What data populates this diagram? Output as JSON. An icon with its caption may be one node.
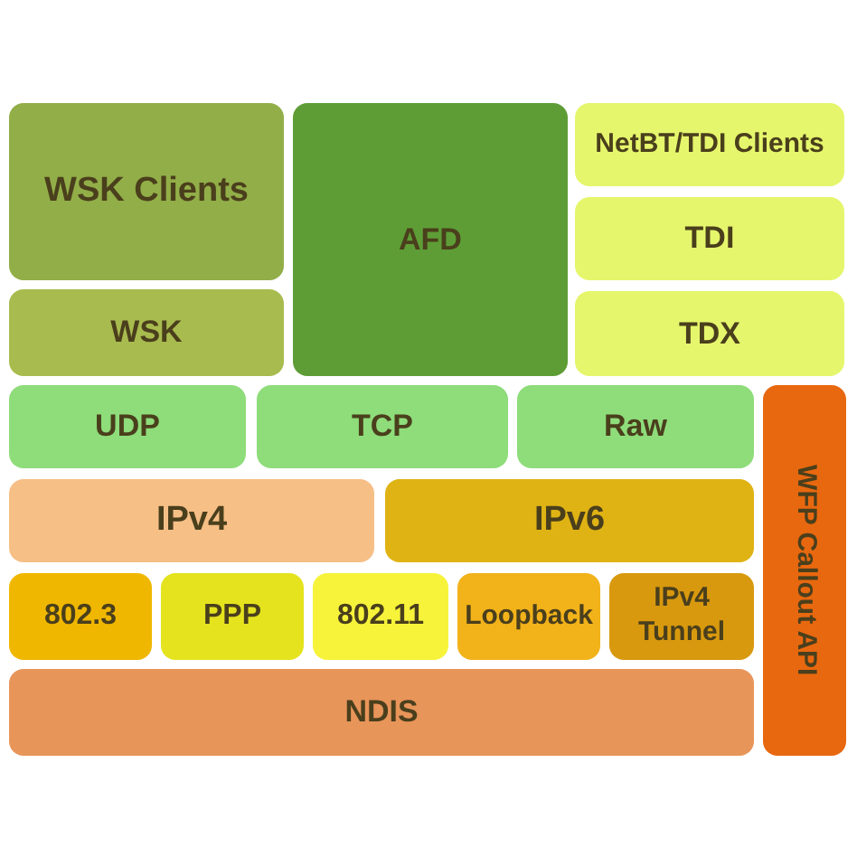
{
  "diagram": {
    "nodes": [
      {
        "text": [
          "WSK Clients"
        ]
      },
      {
        "text": [
          "WSK"
        ]
      },
      {
        "text": [
          "AFD"
        ]
      },
      {
        "text": [
          "NetBT/TDI Clients"
        ]
      },
      {
        "text": [
          "TDI"
        ]
      },
      {
        "text": [
          "TDX"
        ]
      },
      {
        "text": [
          "UDP"
        ]
      },
      {
        "text": [
          "TCP"
        ]
      },
      {
        "text": [
          "Raw"
        ]
      },
      {
        "text": [
          "WFP Callout API"
        ]
      },
      {
        "text": [
          "IPv4"
        ]
      },
      {
        "text": [
          "IPv6"
        ]
      },
      {
        "text": [
          "802.3"
        ]
      },
      {
        "text": [
          "PPP"
        ]
      },
      {
        "text": [
          "802.11"
        ]
      },
      {
        "text": [
          "Loopback"
        ]
      },
      {
        "text": [
          "IPv4 Tunnel"
        ]
      },
      {
        "text": [
          "NDIS"
        ]
      }
    ],
    "edges": []
  }
}
